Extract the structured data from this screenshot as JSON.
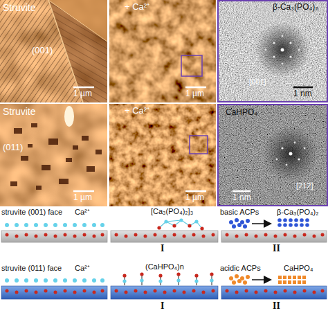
{
  "diagram": {
    "nodes": [
      {
        "text": [
          "Struvite",
          "(001)",
          "1 µm"
        ]
      },
      {
        "text": [
          "+ Ca²⁺",
          "1 µm"
        ]
      },
      {
        "text": [
          "β-Ca₃(PO₄)₂",
          "[001]",
          "1 nm"
        ]
      },
      {
        "text": [
          "Struvite",
          "(011)",
          "1 µm"
        ]
      },
      {
        "text": [
          "+ Ca²⁺",
          "1 µm"
        ]
      },
      {
        "text": [
          "CaHPO₄",
          "[212]",
          "1 nm"
        ]
      }
    ],
    "labels": [
      "struvite (001) face",
      "Ca²⁺",
      "[Ca₃(PO₄)₂]₃",
      "I",
      "basic ACPs",
      "β-Ca₃(PO₄)₂",
      "II",
      "struvite (011) face",
      "Ca²⁺",
      "(CaHPO₄)n",
      "I",
      "acidic ACPs",
      "CaHPO₄",
      "II"
    ]
  }
}
